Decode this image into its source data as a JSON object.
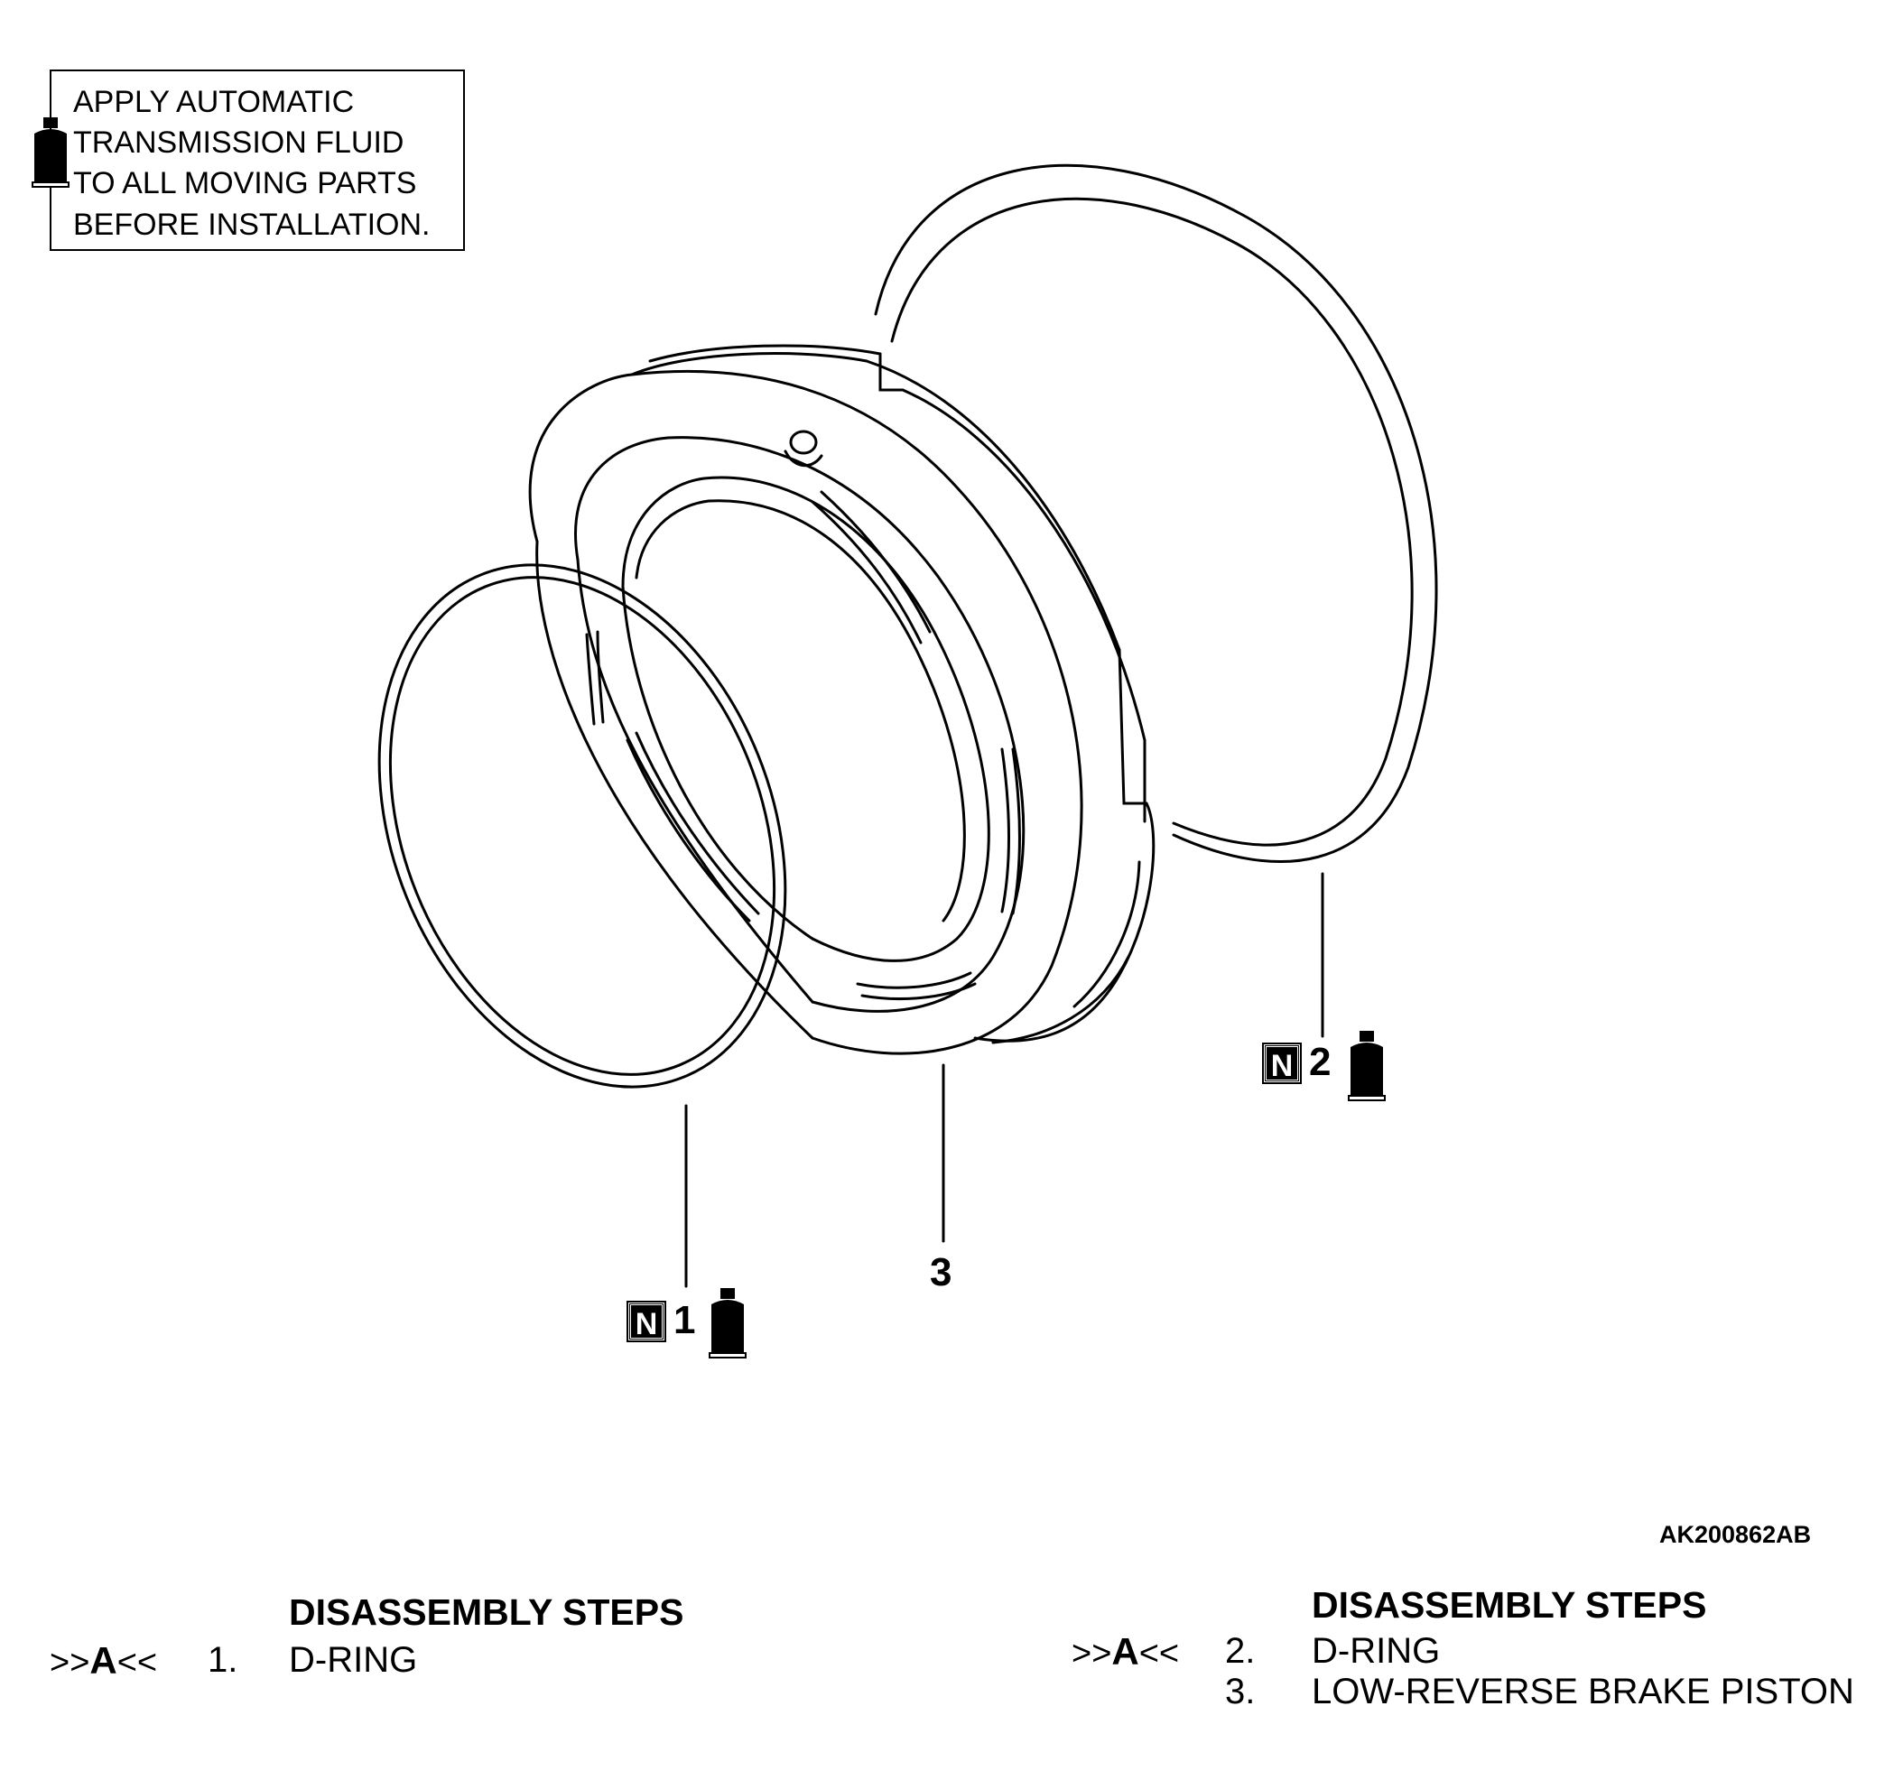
{
  "note": {
    "lines": [
      "APPLY AUTOMATIC",
      "TRANSMISSION FLUID",
      "TO ALL MOVING PARTS",
      "BEFORE INSTALLATION."
    ],
    "icon": "fluid-bottle-icon"
  },
  "callouts": [
    {
      "number": "1",
      "badge": "N",
      "icon": "fluid-bottle-icon"
    },
    {
      "number": "2",
      "badge": "N",
      "icon": "fluid-bottle-icon"
    },
    {
      "number": "3"
    }
  ],
  "figure_code": "AK200862AB",
  "steps_left": {
    "title": "DISASSEMBLY STEPS",
    "items": [
      {
        "mark_prefix": ">>",
        "mark_letter": "A",
        "mark_suffix": "<<",
        "num": "1.",
        "label": "D-RING"
      }
    ]
  },
  "steps_right": {
    "title": "DISASSEMBLY STEPS",
    "items": [
      {
        "mark_prefix": ">>",
        "mark_letter": "A",
        "mark_suffix": "<<",
        "num": "2.",
        "label": "D-RING"
      },
      {
        "mark_prefix": "",
        "mark_letter": "",
        "mark_suffix": "",
        "num": "3.",
        "label": "LOW-REVERSE BRAKE PISTON"
      }
    ]
  }
}
